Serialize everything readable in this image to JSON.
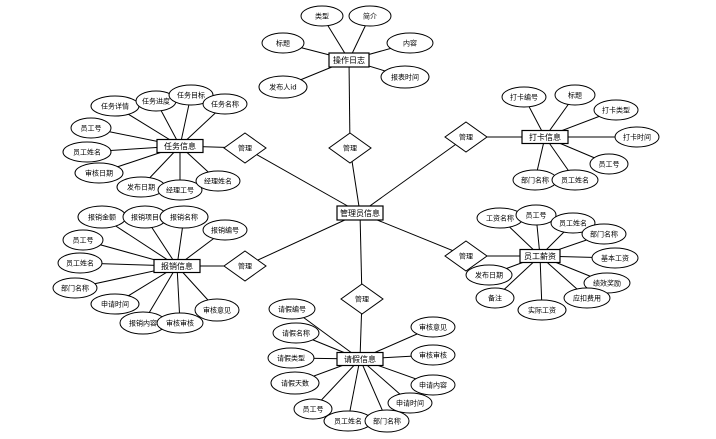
{
  "diagram": {
    "entities": {
      "center": "管理员信息",
      "notice": "操作日志",
      "task": "任务信息",
      "report": "报销信息",
      "leave": "请假信息",
      "checkin": "打卡信息",
      "salary": "员工薪资"
    },
    "relationships": {
      "notice": "管理",
      "task": "管理",
      "report": "管理",
      "leave": "管理",
      "checkin": "管理",
      "salary": "管理"
    },
    "attributes": {
      "notice": [
        "类型",
        "简介",
        "标题",
        "内容",
        "发布人id",
        "报表时间"
      ],
      "task": [
        "任务详情",
        "任务进度",
        "任务目标",
        "任务名称",
        "员工号",
        "员工姓名",
        "审核日期",
        "发布日期",
        "经理工号",
        "经理姓名"
      ],
      "report": [
        "报销金额",
        "报销项目",
        "报销名称",
        "员工号",
        "报销编号",
        "员工姓名",
        "部门名称",
        "申请时间",
        "报销内容",
        "审核审核",
        "审核意见"
      ],
      "leave": [
        "请假编号",
        "请假名称",
        "请假类型",
        "请假天数",
        "员工号",
        "员工姓名",
        "部门名称",
        "审核意见",
        "审核审核",
        "申请内容",
        "申请时间"
      ],
      "checkin": [
        "打卡编号",
        "标题",
        "打卡类型",
        "打卡时间",
        "员工号",
        "部门名称",
        "员工姓名"
      ],
      "salary": [
        "工资名称",
        "员工号",
        "员工姓名",
        "部门名称",
        "基本工资",
        "发布日期",
        "绩效奖励",
        "备注",
        "应扣费用",
        "实际工资"
      ]
    }
  }
}
